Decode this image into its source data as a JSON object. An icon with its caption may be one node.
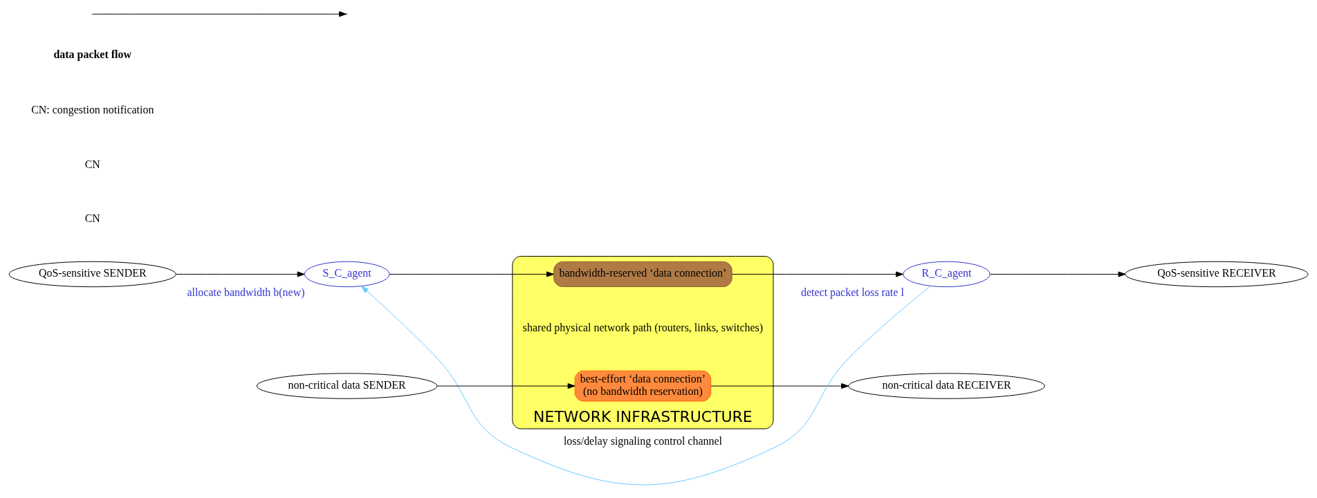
{
  "diagram": {
    "nodes": [
      {
        "text": [
          "QoS-sensitive SENDER"
        ]
      },
      {
        "text": [
          "S_C_agent"
        ],
        "beside": [
          "allocate bandwidth b(new)"
        ]
      },
      {
        "text": [
          "NETWORK INFRASTRUCTURE"
        ]
      },
      {
        "text": [
          "bandwidth-reserved ‘data connection’"
        ],
        "in": 2
      },
      {
        "text": [
          "shared physical network path (routers, links, switches)"
        ],
        "in": 2
      },
      {
        "text": [
          "best-effort ‘data connection’",
          "(no bandwidth reservation)"
        ],
        "in": 2
      },
      {
        "text": [
          "R_C_agent"
        ],
        "beside": [
          "detect packet loss rate l"
        ]
      },
      {
        "text": [
          "QoS-sensitive RECEIVER"
        ]
      },
      {
        "text": [
          "non-critical data SENDER"
        ]
      },
      {
        "text": [
          "non-critical data RECEIVER"
        ]
      }
    ],
    "edges": [
      {
        "from": 0,
        "to": 1,
        "arrow": "to"
      },
      {
        "from": 1,
        "to": 3,
        "arrow": "to"
      },
      {
        "from": 3,
        "to": 6,
        "arrow": "to"
      },
      {
        "from": 6,
        "to": 7,
        "arrow": "to"
      },
      {
        "from": 8,
        "to": 5,
        "arrow": "to"
      },
      {
        "from": 5,
        "to": 9,
        "arrow": "to"
      },
      {
        "from": 6,
        "to": 1,
        "arrow": "to",
        "label": "loss/delay signaling control channel",
        "color": "#66ccff"
      }
    ],
    "labels": [
      "CN",
      "CN",
      "CN: congestion notification"
    ],
    "legend": [
      {
        "text": "data packet flow"
      }
    ]
  }
}
